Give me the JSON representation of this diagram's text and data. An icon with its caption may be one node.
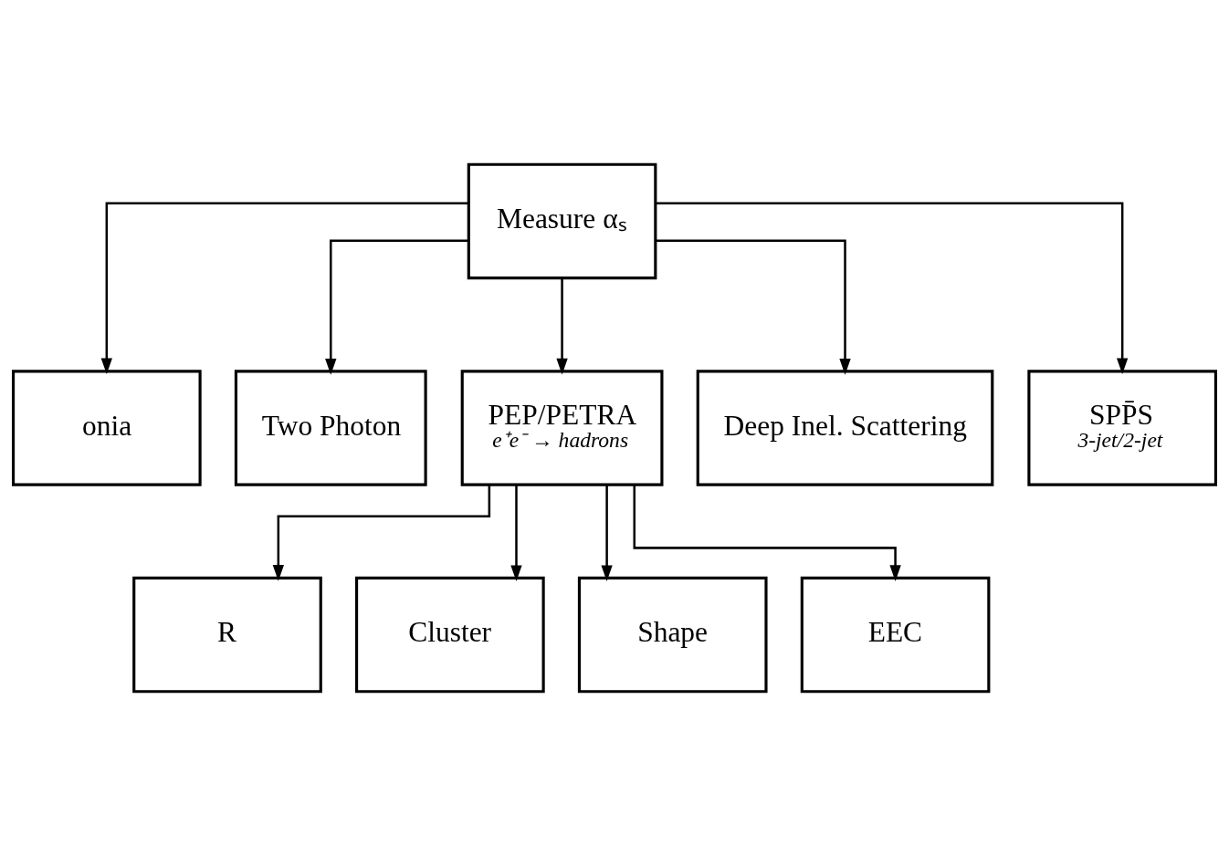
{
  "diagram": {
    "nodes": [
      {
        "text": [
          "Measure αₛ"
        ]
      },
      {
        "text": [
          "onia"
        ]
      },
      {
        "text": [
          "Two Photon"
        ]
      },
      {
        "text": [
          "PEP/PETRA",
          "e⁺e⁻ → hadrons"
        ]
      },
      {
        "text": [
          "Deep Inel. Scattering"
        ]
      },
      {
        "text": [
          "SPP̄S",
          "3-jet/2-jet"
        ]
      },
      {
        "text": [
          "R"
        ]
      },
      {
        "text": [
          "Cluster"
        ]
      },
      {
        "text": [
          "Shape"
        ]
      },
      {
        "text": [
          "EEC"
        ]
      }
    ],
    "edges": [
      {
        "from": 0,
        "to": 1,
        "arrow": "to"
      },
      {
        "from": 0,
        "to": 2,
        "arrow": "to"
      },
      {
        "from": 0,
        "to": 3,
        "arrow": "to"
      },
      {
        "from": 0,
        "to": 4,
        "arrow": "to"
      },
      {
        "from": 0,
        "to": 5,
        "arrow": "to"
      },
      {
        "from": 3,
        "to": 6,
        "arrow": "to"
      },
      {
        "from": 3,
        "to": 7,
        "arrow": "to"
      },
      {
        "from": 3,
        "to": 8,
        "arrow": "to"
      },
      {
        "from": 3,
        "to": 9,
        "arrow": "to"
      }
    ]
  }
}
